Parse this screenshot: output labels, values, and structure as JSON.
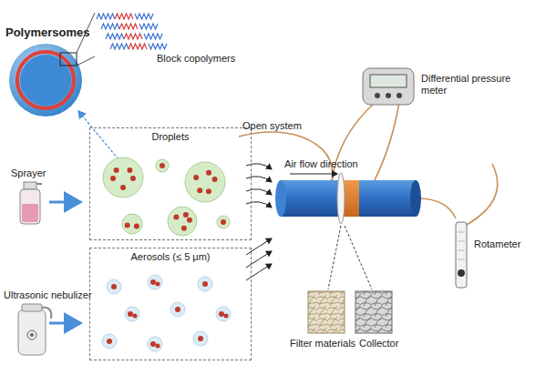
{
  "diagram": {
    "nodes": [
      {
        "text": [
          "Droplets"
        ]
      },
      {
        "text": [
          "Aerosols (≤ 5 μm)"
        ]
      }
    ],
    "labels": [
      "Polymersomes",
      "Block copolymers",
      "Sprayer",
      "Ultrasonic nebulizer",
      "Open system",
      "Differential pressure meter",
      "Air flow direction",
      "Rotameter",
      "Filter materials",
      "Collector"
    ]
  }
}
